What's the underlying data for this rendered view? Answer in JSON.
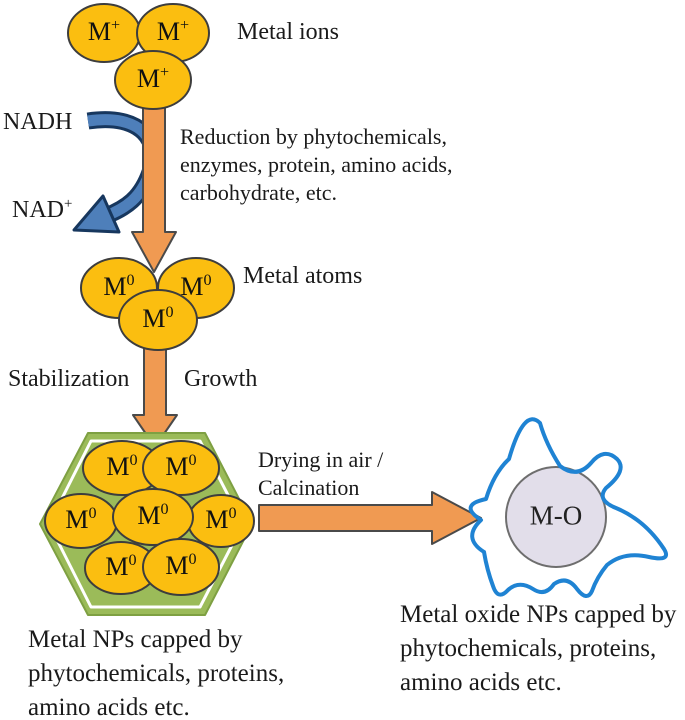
{
  "title": "Green synthesis of metal / metal oxide nanoparticles diagram",
  "particles": {
    "ion_base": "M",
    "ion_sup": "+",
    "atom_base": "M",
    "atom_sup": "0",
    "oxide_core": "M-O"
  },
  "labels": {
    "metal_ions": "Metal ions",
    "metal_atoms": "Metal atoms",
    "nadh": "NADH",
    "nad_base": "NAD",
    "nad_sup": "+",
    "stabilization": "Stabilization",
    "growth": "Growth"
  },
  "annotations": {
    "reduction_lines": [
      "Reduction by phytochemicals,",
      "enzymes, protein, amino acids,",
      "carbohydrate, etc."
    ],
    "drying_lines": [
      "Drying in air /",
      "Calcination"
    ],
    "metal_np_caption": [
      "Metal NPs capped by",
      "phytochemicals, proteins,",
      "amino acids etc."
    ],
    "metal_oxide_caption": [
      "Metal oxide NPs capped by",
      "phytochemicals, proteins,",
      "amino acids etc."
    ]
  },
  "colors": {
    "particle_fill": "#FBBE10",
    "particle_stroke": "#3D3D3D",
    "arrow_fill": "#F09A52",
    "arrow_stroke": "#4A4A4A",
    "hexagon_green": "#9BBB59",
    "hexagon_edge": "#7EA042",
    "curved_arrow_fill": "#4E7FBA",
    "curved_arrow_stroke": "#17375E",
    "capping_blue": "#1F83D3",
    "oxide_fill": "#E2DEEA",
    "oxide_stroke": "#6E6E6E",
    "text": "#1A1A1A",
    "background": "#FFFFFF"
  }
}
